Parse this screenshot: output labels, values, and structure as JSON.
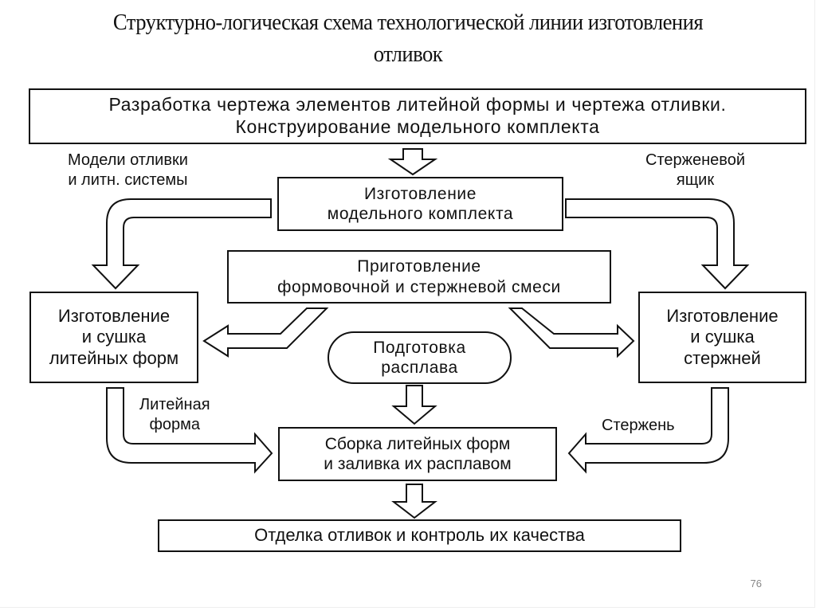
{
  "title": {
    "line1": "Структурно-логическая схема технологической линии изготовления",
    "line2": "отливок"
  },
  "boxes": {
    "design": {
      "line1": "Разработка чертежа элементов литейной формы и чертежа отливки.",
      "line2": "Конструирование модельного комплекта"
    },
    "model_kit": {
      "line1": "Изготовление",
      "line2": "модельного комплекта"
    },
    "mixture": {
      "line1": "Приготовление",
      "line2": "формовочной и стержневой смеси"
    },
    "molds": {
      "line1": "Изготовление",
      "line2": "и сушка",
      "line3": "литейных форм"
    },
    "cores": {
      "line1": "Изготовление",
      "line2": "и сушка",
      "line3": "стержней"
    },
    "melt": {
      "line1": "Подготовка",
      "line2": "расплава"
    },
    "assembly": {
      "line1": "Сборка литейных форм",
      "line2": "и заливка их расплавом"
    },
    "finishing": {
      "line1": "Отделка отливок и контроль их качества"
    }
  },
  "labels": {
    "models": {
      "line1": "Модели отливки",
      "line2": "и литн. системы"
    },
    "core_box": {
      "line1": "Стерженевой",
      "line2": "ящик"
    },
    "mold": {
      "line1": "Литейная",
      "line2": "форма"
    },
    "core": {
      "line1": "Стержень"
    }
  },
  "page_number": "76"
}
